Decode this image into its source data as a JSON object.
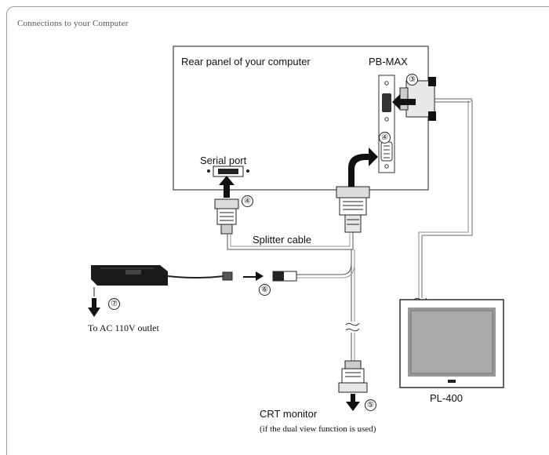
{
  "caption": "Connections to your Computer",
  "labels": {
    "rear_panel": "Rear panel of your computer",
    "pb_max": "PB-MAX",
    "serial_port": "Serial port",
    "splitter_cable": "Splitter cable",
    "ac_outlet": "To AC 110V outlet",
    "crt_monitor": "CRT monitor",
    "dual_view": "(if the dual view function is used)",
    "pl400": "PL-400"
  },
  "steps": {
    "s3": "③",
    "s4a": "④",
    "s4b": "④",
    "s5": "⑤",
    "s6": "⑥",
    "s7": "⑦"
  }
}
